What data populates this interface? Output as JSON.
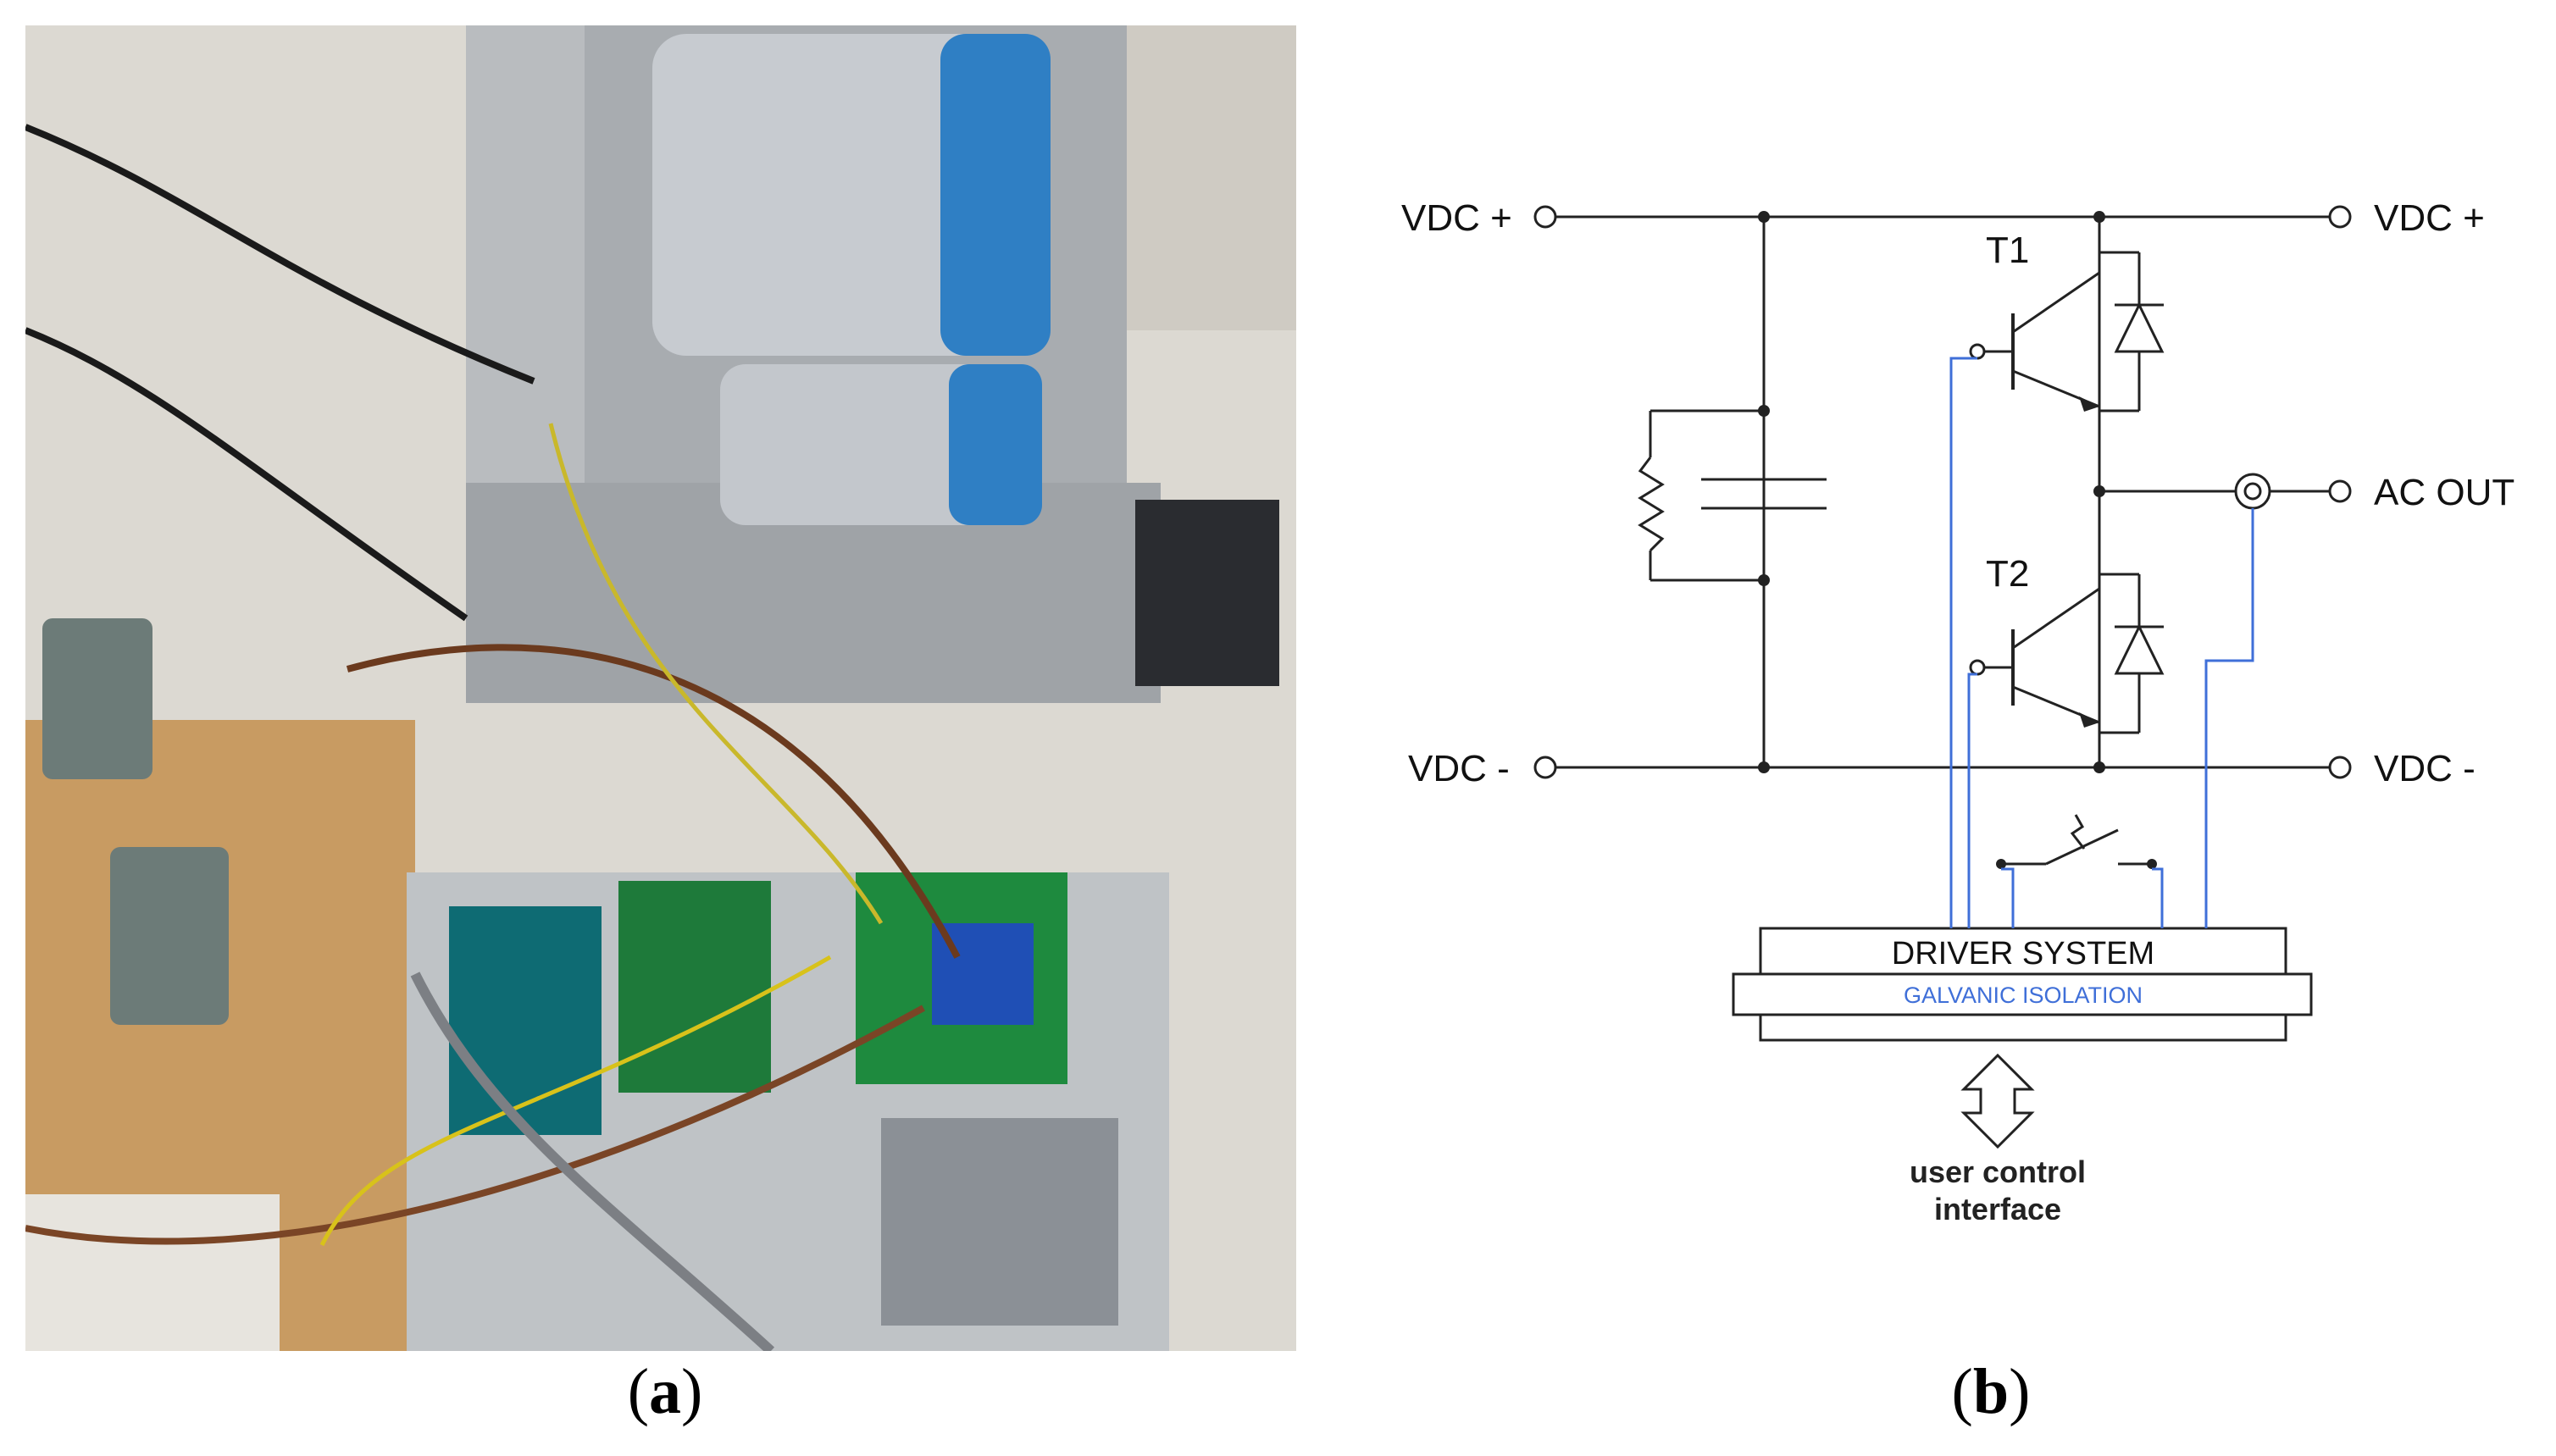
{
  "captions": {
    "a": "a",
    "b": "b"
  },
  "schematic": {
    "terminals": {
      "vdc_plus_left": "VDC +",
      "vdc_plus_right": "VDC +",
      "vdc_minus_left": "VDC -",
      "vdc_minus_right": "VDC -",
      "ac_out": "AC OUT"
    },
    "transistors": {
      "t1": "T1",
      "t2": "T2"
    },
    "driver_system": "DRIVER SYSTEM",
    "galvanic_isolation": "GALVANIC ISOLATION",
    "user_control_line1": "user control",
    "user_control_line2": "interface",
    "colors": {
      "wire": "#222222",
      "signal": "#3f6fd8",
      "isolation_text": "#3f6fd8"
    }
  }
}
